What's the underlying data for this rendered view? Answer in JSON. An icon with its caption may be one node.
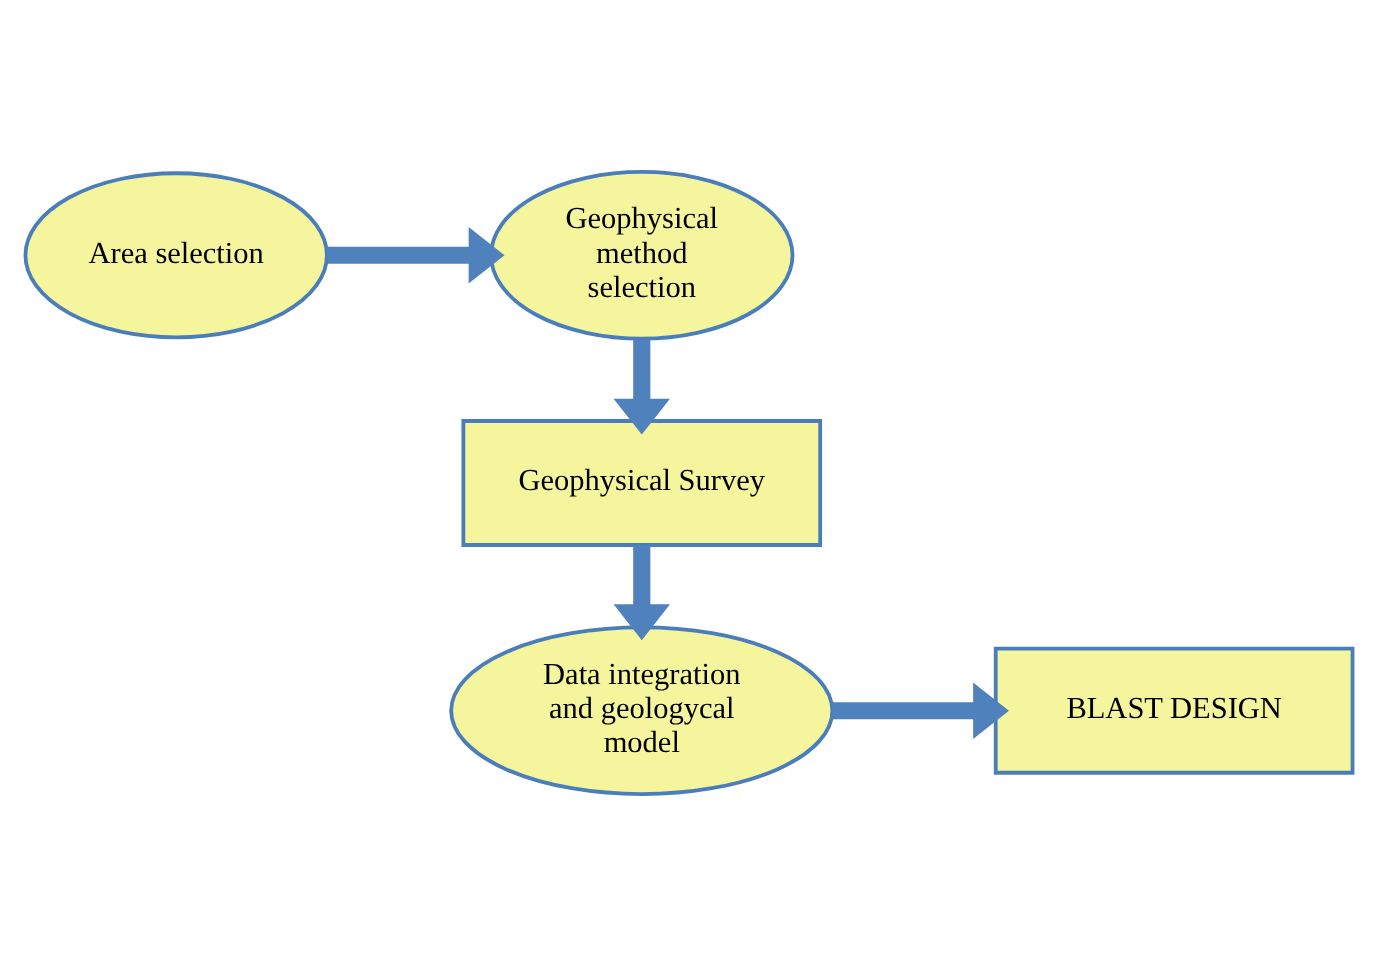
{
  "diagram": {
    "nodes": [
      {
        "text": [
          "Area selection"
        ]
      },
      {
        "text": [
          "Geophysical method selection"
        ]
      },
      {
        "text": [
          "Geophysical Survey"
        ]
      },
      {
        "text": [
          "Data integration and geologycal model"
        ]
      },
      {
        "text": [
          "BLAST DESIGN"
        ]
      }
    ],
    "edges": [
      {
        "from": 0,
        "to": 1,
        "arrow": "to"
      },
      {
        "from": 1,
        "to": 2,
        "arrow": "to"
      },
      {
        "from": 2,
        "to": 3,
        "arrow": "to"
      },
      {
        "from": 3,
        "to": 4,
        "arrow": "to"
      }
    ]
  }
}
